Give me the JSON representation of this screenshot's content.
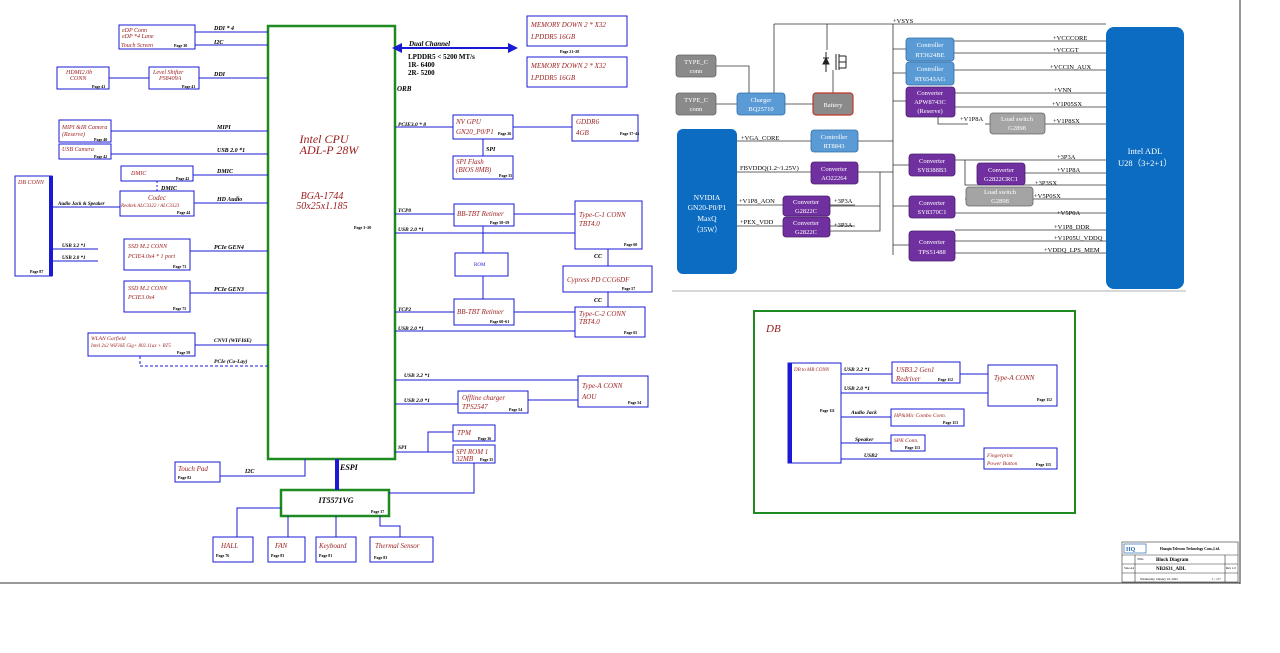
{
  "left": {
    "edp_conn": {
      "line1": "eDP Conn",
      "line2": "eDP *4 Lane",
      "page": "Page 30"
    },
    "touch_screen": "Touch Screen",
    "hdmi": {
      "line1": "HDMI2.0b",
      "line2": "CONN",
      "page": "Page 41"
    },
    "level_shifter": {
      "line1": "Level Shifter",
      "line2": "PS8409A",
      "page": "Page 41"
    },
    "mipi_cam": {
      "line1": "MIPI &IR Camera",
      "line2": "(Reserve)",
      "page": "Page 40"
    },
    "usb_cam": {
      "line1": "USB Camera",
      "page": "Page 42"
    },
    "dmic": {
      "line1": "DMIC",
      "page": "Page 42"
    },
    "dmic_label": "DMIC",
    "codec": {
      "line1": "Codec",
      "line2": "Realtek ALC3322 / ALC3323",
      "page": "Page 44"
    },
    "audio_jack": "Audio Jack & Speaker",
    "db_conn": {
      "title": "DB CONN",
      "page": "Page 87"
    },
    "usb32_label": "USB 3.2 *1",
    "usb20_label": "USB 2.0 *1",
    "ssd1": {
      "line1": "SSD M.2 CONN",
      "line2": "PCIE4.0x4 * 1 port",
      "page": "Page 73"
    },
    "ssd2": {
      "line1": "SSD M.2 CONN",
      "line2": "PCIE3.0x4",
      "page": "Page 75"
    },
    "wlan": {
      "line1": "WLAN Garfield",
      "line2": "Intel 2x2 WiFi6E Gig+ 802.11ax + BT5",
      "page": "Page 59"
    },
    "touch_pad": {
      "line1": "Touch Pad",
      "page": "Page 82"
    },
    "hall": {
      "line1": "HALL",
      "page": "Page 76"
    },
    "fan": {
      "line1": "FAN",
      "page": "Page 83"
    },
    "keyboard": {
      "line1": "Keyboard",
      "page": "Page 81"
    },
    "thermal": {
      "line1": "Thermal Sensor",
      "page": "Page 83"
    },
    "ec": {
      "line1": "IT5571VG",
      "page": "Page 37"
    },
    "espi": "ESPI",
    "i2c_tp": "I2C"
  },
  "links": {
    "ddi4": "DDI * 4",
    "i2c": "I2C",
    "ddi": "DDI",
    "mipi": "MIPI",
    "usb20_cam": "USB 2.0 *1",
    "dmic": "DMIC",
    "hd_audio": "HD Audio",
    "pcie_gen4": "PCIe GEN4",
    "pcie_gen3": "PCIe GEN3",
    "cnvi": "CNVI (WIFI6E)",
    "pcie_colay": "PCIe (Co-Lay)"
  },
  "cpu": {
    "line1": "Intel CPU",
    "line2": "ADL-P 28W",
    "line3": "BGA-1744",
    "line4": "50x25x1.185",
    "page": "Page 3~20",
    "orb": "ORB"
  },
  "dual_channel": {
    "title": "Dual Channel",
    "l1": "LPDDR5 < 5200 MT/s",
    "l2": "1R- 6400",
    "l3": "2R- 5200",
    "page": "Page 21~28"
  },
  "memory": [
    {
      "line1": "MEMORY DOWN  2 * X32",
      "line2": "LPDDR5  16GB"
    },
    {
      "line1": "MEMORY DOWN  2 * X32",
      "line2": "LPDDR5  16GB"
    }
  ],
  "right_cpu": {
    "pcie8": "PCIE3.0 * 8",
    "nv_gpu": {
      "line1": "NV GPU",
      "line2": "GN20_P0/P1",
      "page": "Page 26"
    },
    "gddr6": {
      "line1": "GDDR6",
      "line2": "4GB",
      "page": "Page 37~45"
    },
    "spi_label": "SPI",
    "spi_flash": {
      "line1": "SPI Flash",
      "line2": "(BIOS 8MB)",
      "page": "Page 35"
    },
    "tcp0": "TCP0",
    "usb20_1": "USB 2.0 *1",
    "retimer1": {
      "line1": "BB-TBT Retimer",
      "page": "Page 58~59"
    },
    "typec1": {
      "line1": "Type-C-1 CONN",
      "line2": "TBT4.0",
      "page": "Page 60"
    },
    "rom": "ROM",
    "cc1": "CC",
    "cypress": {
      "line1": "Cypress PD CCG6DF",
      "page": "Page 57"
    },
    "cc2": "CC",
    "tcp2": "TCP2",
    "usb20_2": "USB 2.0 *1",
    "retimer2": {
      "line1": "BB-TBT Retimer",
      "page": "Page 60~61"
    },
    "typec2": {
      "line1": "Type-C-2 CONN",
      "line2": "TBT4.0",
      "page": "Page 65"
    },
    "usb32": "USB 3.2 *1",
    "usb20_3": "USB 2.0 *1",
    "typea": {
      "line1": "Type-A CONN",
      "line2": "AOU",
      "page": "Page 54"
    },
    "offline": {
      "line1": "Offline charger",
      "line2": "TPS2547",
      "page": "Page 54"
    },
    "spi2": "SPI",
    "tpm": {
      "line1": "TPM",
      "page": "Page 36"
    },
    "spirom": {
      "line1": "SPI ROM 1",
      "line2": "32MB",
      "page": "Page 35"
    }
  },
  "power": {
    "vsys": "+VSYS",
    "typec_a": {
      "line1": "TYPE_C",
      "line2": "conn"
    },
    "typec_b": {
      "line1": "TYPE_C",
      "line2": "conn"
    },
    "charger": {
      "line1": "Charger",
      "line2": "BQ25710"
    },
    "battery": "Battery",
    "rt3624be": {
      "line1": "Controller",
      "line2": "RT3624BE"
    },
    "rt6543ag": {
      "line1": "Controller",
      "line2": "RT6543AG"
    },
    "apw8743c": {
      "line1": "Converter",
      "line2": "APW8743C",
      "line3": "(Reserve)"
    },
    "g2898_a": {
      "line1": "Load switch",
      "line2": "G2898"
    },
    "v1p8a_in": "+V1P8A",
    "rails_top": [
      "+VCCCORE",
      "+VCCGT",
      "+VCCIN_AUX",
      "+VNN",
      "+V1P05SX",
      "+V1P8SX"
    ],
    "nvidia": {
      "line1": "NVIDIA",
      "line2": "GN20-P0/P1",
      "line3": "MaxQ",
      "line4": "（35W）"
    },
    "vga_core": "+VGA_CORE",
    "rt8843": {
      "line1": "Controller",
      "line2": "RT8843"
    },
    "fbvddq": "FBVDDQ(1.2~1.25V)",
    "ao22264": {
      "line1": "Converter",
      "line2": "AO22264"
    },
    "v1p8_aon": "+V1P8_AON",
    "g2822c_1": {
      "line1": "Converter",
      "line2": "G2822C"
    },
    "p3p3a_1": "+3P3A",
    "pex_vdd": "+PEX_VDD",
    "g2822c_2": {
      "line1": "Converter",
      "line2": "G2822C"
    },
    "p3p3a_2": "+3P3A",
    "sy8388b3": {
      "line1": "Converter",
      "line2": "SY8388B3"
    },
    "g2822crc1": {
      "line1": "Converter",
      "line2": "G2822CRC1"
    },
    "g2898_b": {
      "line1": "Load switch",
      "line2": "G2898"
    },
    "sy8370c1": {
      "line1": "Converter",
      "line2": "SY8370C1"
    },
    "tps51488": {
      "line1": "Converter",
      "line2": "TPS51488"
    },
    "rails_mid": [
      "+3P3A",
      "+V1P8A",
      "+3P3SX",
      "+V5P0SX",
      "+V5P0A",
      "+V1P8_DDR",
      "+V1P05U_VDDQ",
      "+VDDQ_LPS_MEM"
    ],
    "intel_adl": {
      "line1": "Intel ADL",
      "line2": "U28（3+2+1）"
    }
  },
  "db": {
    "title": "DB",
    "db_to_mb": {
      "line1": "DB to MB CONN",
      "page": "Page 111"
    },
    "usb32": "USB 3.2 *1",
    "usb3_redriver": {
      "line1": "USB3.2 Gen1",
      "line2": "Redriver",
      "page": "Page 112"
    },
    "usb20": "USB 2.0 *1",
    "typea": {
      "line1": "Type-A CONN",
      "page": "Page 112"
    },
    "audio_jack": "Audio Jack",
    "hp_mic": {
      "line1": "HP&Mic Combo Conn.",
      "page": "Page 113"
    },
    "speaker": "Speaker",
    "spk": {
      "line1": "SPK Conn.",
      "page": "Page 113"
    },
    "usb2": "USB2",
    "fp": {
      "line1": "Fingerprint",
      "line2": "Power Button",
      "page": "Page 115"
    }
  },
  "title_block": {
    "company": "Huaqin Telecom Technology Com.,Ltd.",
    "title_label": "Title",
    "title": "Block Diagram",
    "size": "Size A4",
    "project": "NB2631_ADL",
    "rev": "Rev 1.0",
    "date": "Wednesday, January 19, 2022",
    "sheet": "1 / 117"
  }
}
